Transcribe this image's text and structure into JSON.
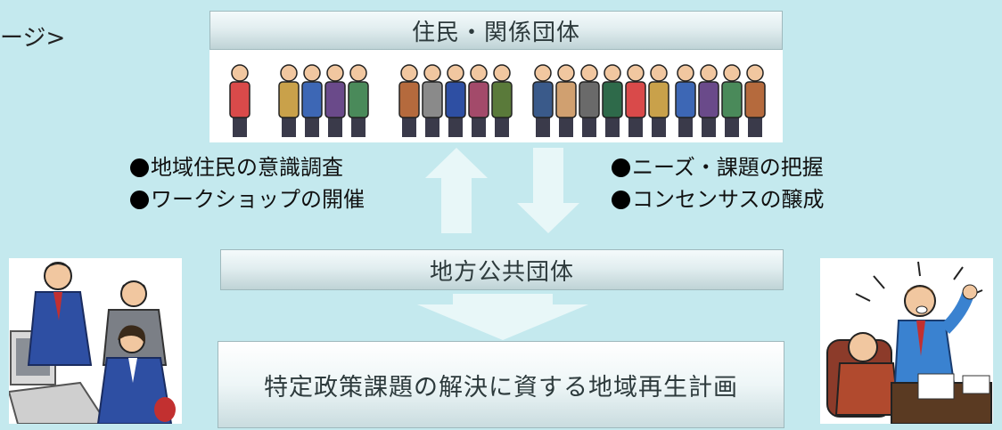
{
  "corner_label": "ージ>",
  "residents_bar": {
    "label": "住民・関係団体"
  },
  "left_bullets": [
    "地域住民の意識調査",
    "ワークショップの開催"
  ],
  "right_bullets": [
    "ニーズ・課題の把握",
    "コンセンサスの醸成"
  ],
  "local_gov_bar": {
    "label": "地方公共団体"
  },
  "plan_box": {
    "label": "特定政策課題の解決に資する地域再生計画"
  },
  "colors": {
    "background": "#c4e9ee",
    "bar_light": "#f4fafb",
    "bar_dark": "#bfd3d6",
    "arrow": "#e8f7f8",
    "suit_blue": "#2e4fa3"
  },
  "icons": {
    "residents": "group-of-people-clipart",
    "office_workers": "office-workers-at-computer-clipart",
    "meeting": "business-meeting-clipart"
  }
}
